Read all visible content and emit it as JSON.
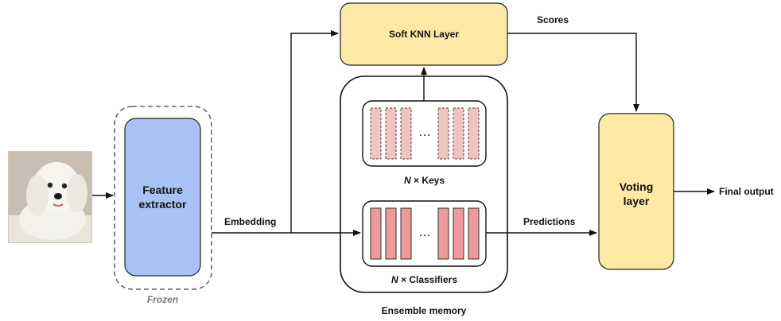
{
  "input": {
    "icon": "dog-photo"
  },
  "feature_extractor": {
    "title_line1": "Feature",
    "title_line2": "extractor",
    "caption": "Frozen"
  },
  "soft_knn": {
    "title": "Soft KNN Layer"
  },
  "ensemble": {
    "keys_label_var": "N",
    "keys_label_rest": " × Keys",
    "classifiers_label_var": "N",
    "classifiers_label_rest": " × Classifiers",
    "ellipsis": "…",
    "caption": "Ensemble memory"
  },
  "voting": {
    "title_line1": "Voting",
    "title_line2": "layer"
  },
  "edges": {
    "embedding": "Embedding",
    "scores": "Scores",
    "predictions": "Predictions",
    "final_output": "Final output"
  },
  "colors": {
    "extractor_fill": "#a8c3f3",
    "knn_fill": "#fde9a6",
    "voting_fill": "#fde9a6",
    "key_fill": "#f2c4c0",
    "classifier_fill": "#ec9a9a"
  }
}
